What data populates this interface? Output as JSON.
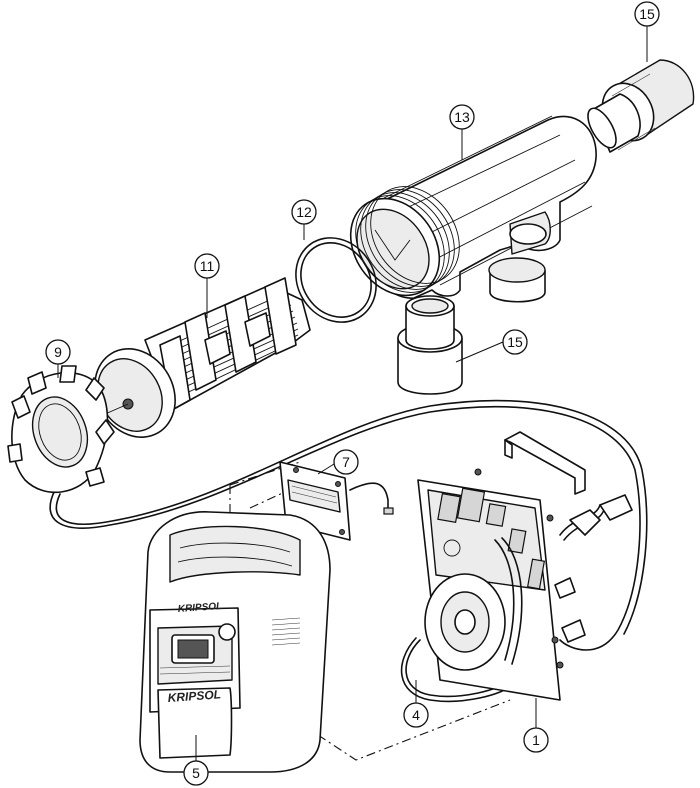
{
  "callouts": {
    "c15a": "15",
    "c13": "13",
    "c12": "12",
    "c11": "11",
    "c15b": "15",
    "c9": "9",
    "c7": "7",
    "c4": "4",
    "c1": "1",
    "c5": "5"
  },
  "branding": {
    "top_logo": "KRIPSOL",
    "front_logo": "KRIPSOL"
  }
}
